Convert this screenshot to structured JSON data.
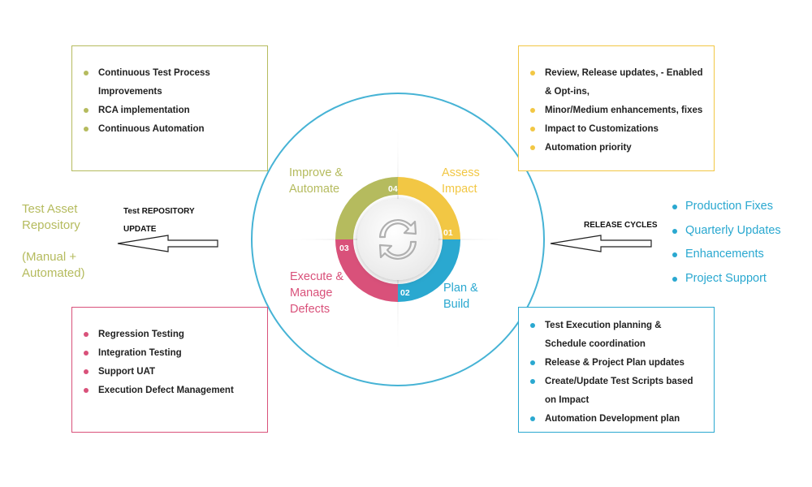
{
  "colors": {
    "olive": "#b5bb5e",
    "yellow": "#f2c744",
    "blue": "#2aa8d0",
    "pink": "#d9517a",
    "circle": "#46b3d5"
  },
  "center_icon": "refresh-cycle-icon",
  "boxes": {
    "improve": {
      "items": [
        "Continuous Test Process Improvements",
        "RCA implementation",
        "Continuous Automation"
      ]
    },
    "assess": {
      "items": [
        "Review, Release updates, - Enabled & Opt-ins,",
        "Minor/Medium enhancements, fixes",
        "Impact to Customizations",
        "Automation priority"
      ]
    },
    "execute": {
      "items": [
        "Regression Testing",
        "Integration Testing",
        "Support UAT",
        "Execution Defect Management"
      ]
    },
    "plan": {
      "items": [
        "Test Execution planning & Schedule coordination",
        "Release & Project Plan updates",
        "Create/Update Test Scripts based on Impact",
        "Automation Development plan"
      ]
    }
  },
  "left": {
    "title": "Test Asset Repository",
    "subtitle": "(Manual + Automated)",
    "arrow_label_1": "Test REPOSITORY",
    "arrow_label_2": "UPDATE"
  },
  "right": {
    "arrow_label": "RELEASE CYCLES",
    "items": [
      "Production Fixes",
      "Quarterly Updates",
      "Enhancements",
      "Project Support"
    ]
  },
  "quadrants": {
    "q01": {
      "num": "01",
      "label_1": "Assess",
      "label_2": "Impact"
    },
    "q02": {
      "num": "02",
      "label_1": "Plan &",
      "label_2": "Build"
    },
    "q03": {
      "num": "03",
      "label_1": "Execute &",
      "label_2": "Manage",
      "label_3": "Defects"
    },
    "q04": {
      "num": "04",
      "label_1": "Improve &",
      "label_2": "Automate"
    }
  }
}
